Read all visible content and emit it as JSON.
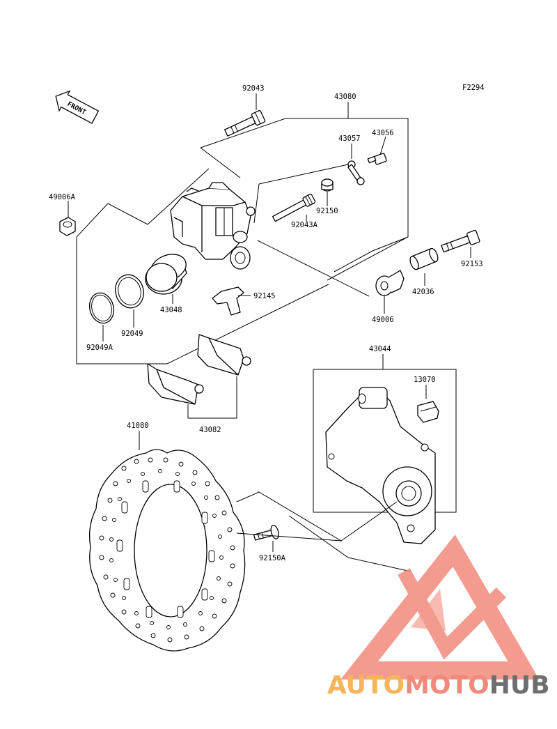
{
  "figure_code": "F2294",
  "front_label": "FRONT",
  "part_labels": {
    "p92043": "92043",
    "p43080": "43080",
    "p43057": "43057",
    "p43056": "43056",
    "p49006A": "49006A",
    "p92150": "92150",
    "p92043A": "92043A",
    "p92153": "92153",
    "p43048": "43048",
    "p92145": "92145",
    "p42036": "42036",
    "p92049": "92049",
    "p49006": "49006",
    "p92049A": "92049A",
    "p43044": "43044",
    "p13070": "13070",
    "p43082": "43082",
    "p41080": "41080",
    "p92150A": "92150A"
  },
  "watermark": {
    "part1": "AUTO",
    "part2": "MOTO",
    "part3": "HUB",
    "color1": "#f6b55a",
    "color2": "#f28a7c",
    "color3": "#6e6e6e"
  }
}
